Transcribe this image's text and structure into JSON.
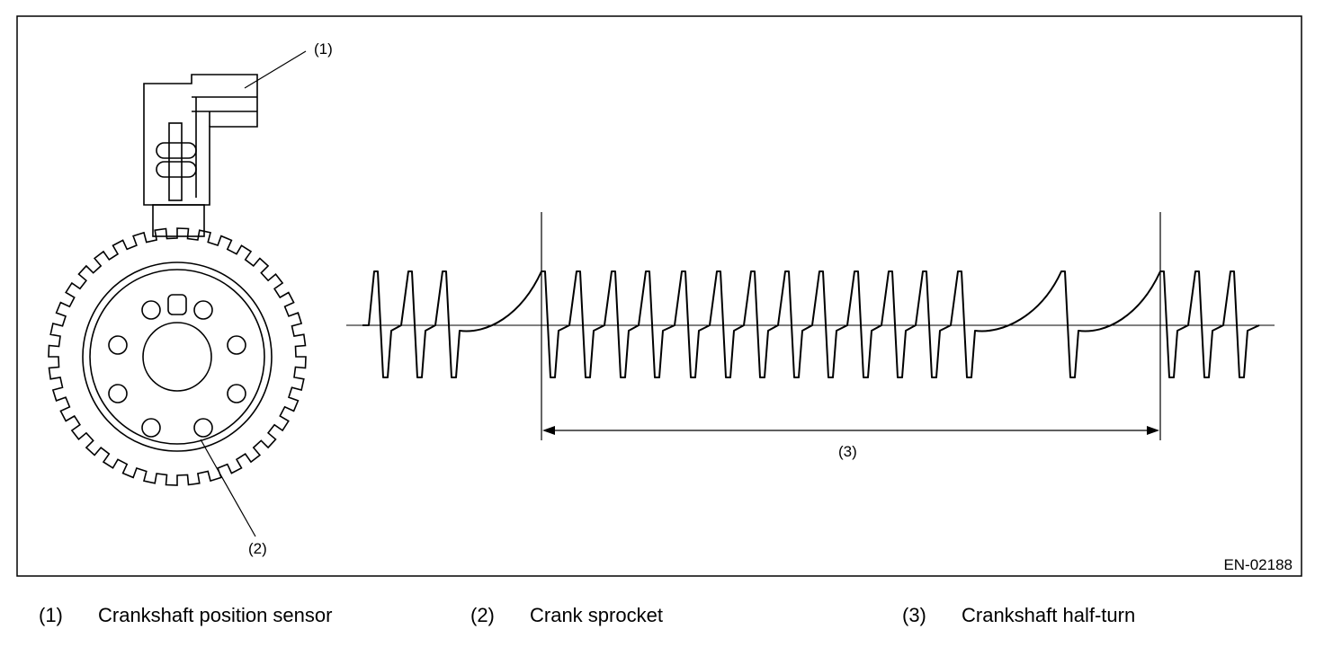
{
  "callouts": {
    "sensor": "(1)",
    "sprocket": "(2)",
    "half_turn": "(3)"
  },
  "figure_id": "EN-02188",
  "legend": [
    {
      "num": "(1)",
      "text": "Crankshaft position sensor"
    },
    {
      "num": "(2)",
      "text": "Crank sprocket"
    },
    {
      "num": "(3)",
      "text": "Crankshaft half-turn"
    }
  ]
}
